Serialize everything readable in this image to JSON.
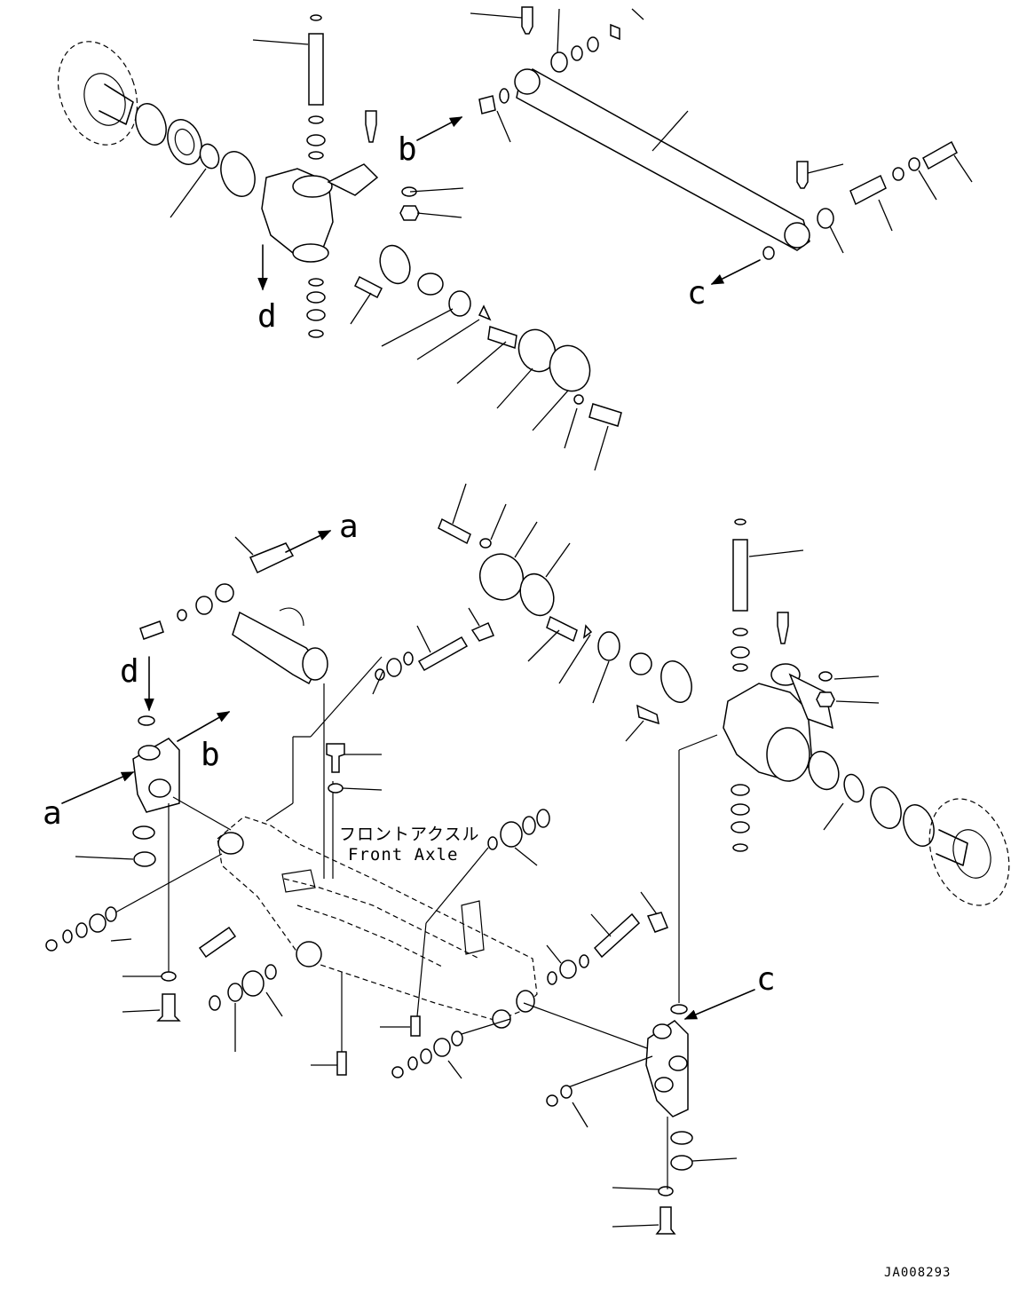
{
  "diagram": {
    "caption_jp": "フロントアクスル",
    "caption_en": "Front Axle",
    "drawing_code": "JA008293",
    "reference_letters": [
      "a",
      "b",
      "c",
      "d"
    ]
  }
}
